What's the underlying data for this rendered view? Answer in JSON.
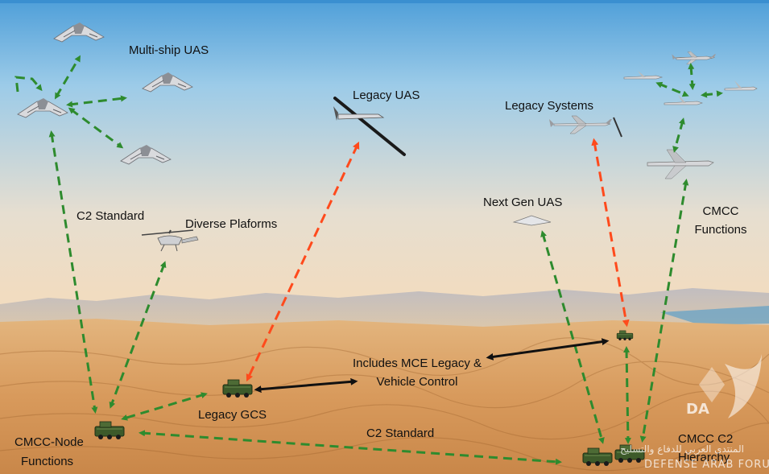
{
  "labels": {
    "multi_ship_uas": "Multi-ship UAS",
    "legacy_uas": "Legacy UAS",
    "legacy_systems": "Legacy Systems",
    "c2_standard_left": "C2 Standard",
    "diverse_platforms": "Diverse Plaforms",
    "next_gen_uas": "Next Gen UAS",
    "cmcc_functions_1": "CMCC",
    "cmcc_functions_2": "Functions",
    "includes_mce_1": "Includes MCE Legacy &",
    "includes_mce_2": "Vehicle Control",
    "legacy_gcs": "Legacy GCS",
    "c2_standard_bottom": "C2 Standard",
    "cmcc_node_1": "CMCC-Node",
    "cmcc_node_2": "Functions",
    "cmcc_c2_1": "CMCC C2",
    "cmcc_c2_2": "Hierarchy"
  },
  "watermark": {
    "arabic": "المنتدى العربي للدفاع والتسليح",
    "english": "DEFENSE ARAB FORUM",
    "logo_letters": "DA"
  },
  "colors": {
    "c2_link": "#2e8b2e",
    "legacy_link": "#ff4a1c",
    "mce_link": "#111111",
    "sky_top": "#5aa6dd",
    "desert": "#d9a46a"
  }
}
